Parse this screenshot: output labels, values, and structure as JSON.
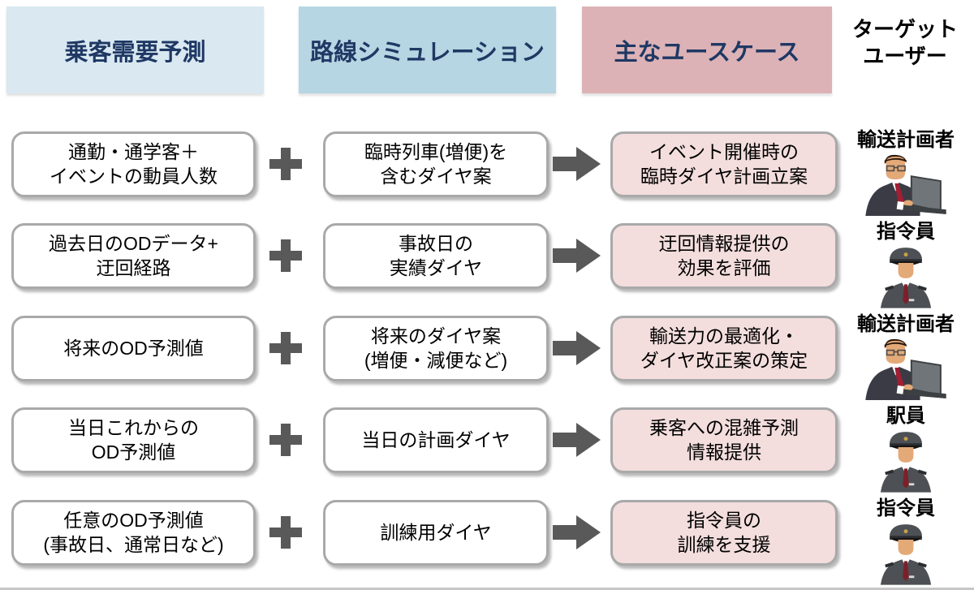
{
  "header": {
    "demand": "乗客需要予測",
    "simulation": "路線シミュレーション",
    "usecase": "主なユースケース",
    "target_user": "ターゲット\nユーザー"
  },
  "colors": {
    "demand_header_bg": "#d9e8f1",
    "simulation_header_bg": "#b5d6e2",
    "usecase_header_bg": "#dcb2b6",
    "usecase_box_bg": "#f3dedd",
    "header_text": "#1f3864",
    "operator_gray": "#595959",
    "box_border_gray": "#a9a9a9"
  },
  "operators": {
    "plus": "+",
    "arrow": "→"
  },
  "rows": [
    {
      "demand": "通勤・通学客＋\nイベントの動員人数",
      "simulation": "臨時列車(増便)を\n含むダイヤ案",
      "usecase": "イベント開催時の\n臨時ダイヤ計画立案",
      "user": "輸送計画者",
      "icon": "transport-planner"
    },
    {
      "demand": "過去日のODデータ+\n迂回経路",
      "simulation": "事故日の\n実績ダイヤ",
      "usecase": "迂回情報提供の\n効果を評価",
      "user": "指令員",
      "icon": "dispatcher"
    },
    {
      "demand": "将来のOD予測値",
      "simulation": "将来のダイヤ案\n(増便・減便など)",
      "usecase": "輸送力の最適化・\nダイヤ改正案の策定",
      "user": "輸送計画者",
      "icon": "transport-planner"
    },
    {
      "demand": "当日これからの\nOD予測値",
      "simulation": "当日の計画ダイヤ",
      "usecase": "乗客への混雑予測\n情報提供",
      "user": "駅員",
      "icon": "station-staff"
    },
    {
      "demand": "任意のOD予測値\n(事故日、通常日など)",
      "simulation": "訓練用ダイヤ",
      "usecase": "指令員の\n訓練を支援",
      "user": "指令員",
      "icon": "dispatcher"
    }
  ]
}
